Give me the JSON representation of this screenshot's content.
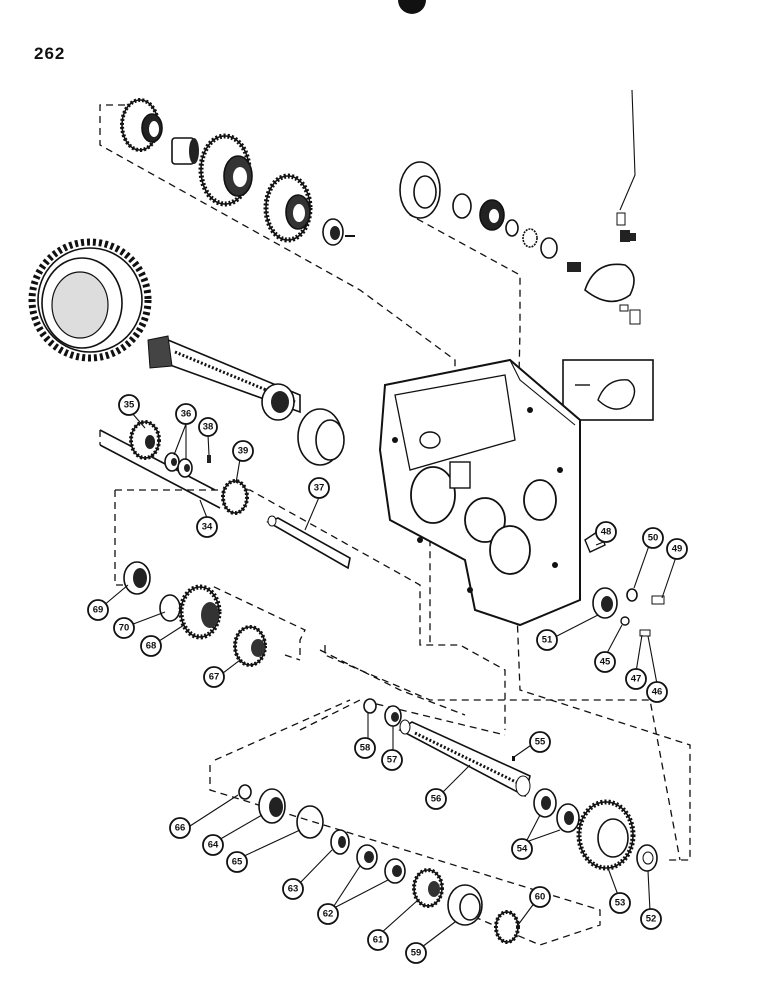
{
  "page": {
    "number": "262"
  },
  "callouts": [
    {
      "id": "c34",
      "label": "34"
    },
    {
      "id": "c35",
      "label": "35"
    },
    {
      "id": "c36",
      "label": "36"
    },
    {
      "id": "c37",
      "label": "37"
    },
    {
      "id": "c38",
      "label": "38"
    },
    {
      "id": "c39",
      "label": "39"
    },
    {
      "id": "c45",
      "label": "45"
    },
    {
      "id": "c46",
      "label": "46"
    },
    {
      "id": "c47",
      "label": "47"
    },
    {
      "id": "c48",
      "label": "48"
    },
    {
      "id": "c49",
      "label": "49"
    },
    {
      "id": "c50",
      "label": "50"
    },
    {
      "id": "c51",
      "label": "51"
    },
    {
      "id": "c52",
      "label": "52"
    },
    {
      "id": "c53",
      "label": "53"
    },
    {
      "id": "c54",
      "label": "54"
    },
    {
      "id": "c55",
      "label": "55"
    },
    {
      "id": "c56",
      "label": "56"
    },
    {
      "id": "c57",
      "label": "57"
    },
    {
      "id": "c58",
      "label": "58"
    },
    {
      "id": "c59",
      "label": "59"
    },
    {
      "id": "c60",
      "label": "60"
    },
    {
      "id": "c61",
      "label": "61"
    },
    {
      "id": "c62",
      "label": "62"
    },
    {
      "id": "c63",
      "label": "63"
    },
    {
      "id": "c64",
      "label": "64"
    },
    {
      "id": "c65",
      "label": "65"
    },
    {
      "id": "c66",
      "label": "66"
    },
    {
      "id": "c67",
      "label": "67"
    },
    {
      "id": "c68",
      "label": "68"
    },
    {
      "id": "c69",
      "label": "69"
    },
    {
      "id": "c70",
      "label": "70"
    }
  ],
  "colors": {
    "ink": "#111111",
    "paper": "#ffffff"
  }
}
